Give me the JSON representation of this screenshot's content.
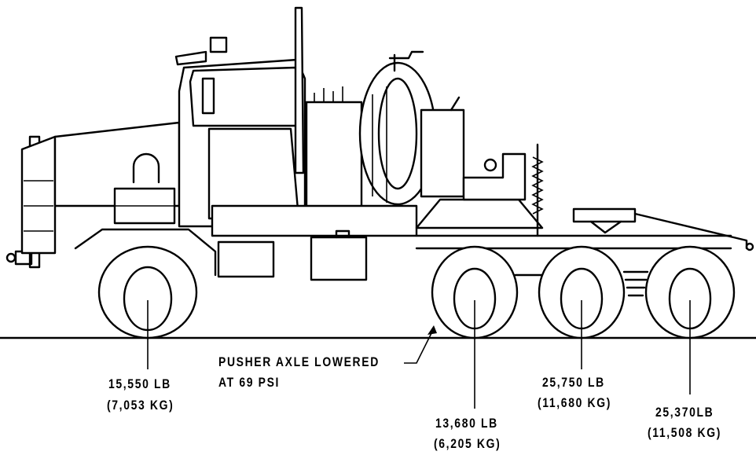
{
  "labels": {
    "front_lb": "15,550 LB",
    "front_kg": "(7,053 KG)",
    "pusher_lb": "13,680 LB",
    "pusher_kg": "(6,205 KG)",
    "mid_lb": "25,750 LB",
    "mid_kg": "(11,680 KG)",
    "rear_lb": "25,370LB",
    "rear_kg": "(11,508 KG)",
    "pusher_line1": "PUSHER AXLE LOWERED",
    "pusher_line2": "AT 69 PSI"
  }
}
